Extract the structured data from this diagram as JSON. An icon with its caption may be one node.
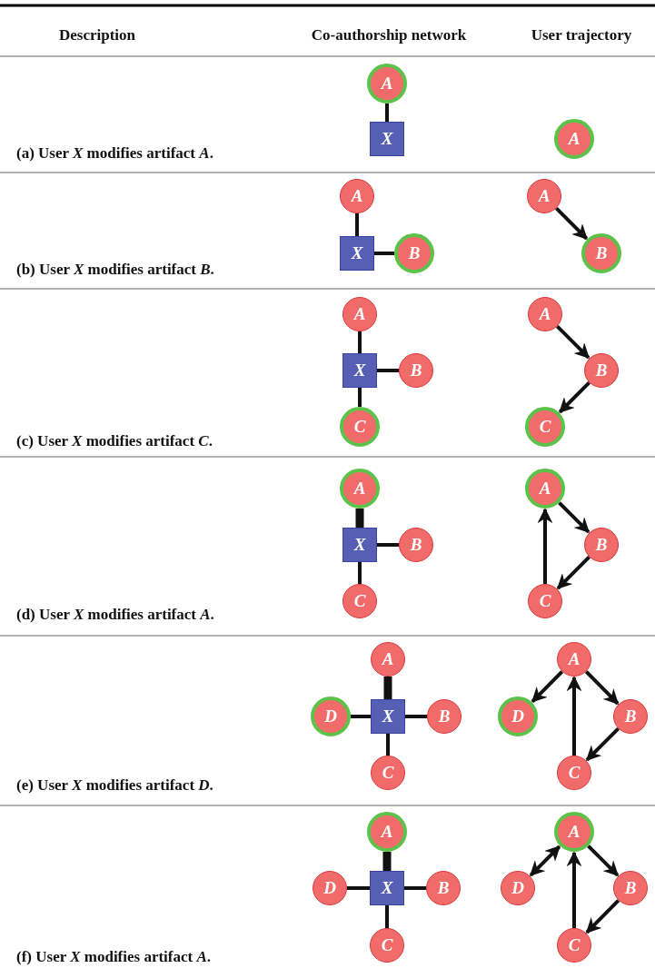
{
  "diagram": {
    "nodes": [
      {
        "text": [
          "A"
        ]
      },
      {
        "text": [
          "X"
        ]
      },
      {
        "text": [
          "A"
        ]
      },
      {
        "text": [
          "A"
        ]
      },
      {
        "text": [
          "X"
        ]
      },
      {
        "text": [
          "B"
        ]
      },
      {
        "text": [
          "A"
        ]
      },
      {
        "text": [
          "B"
        ]
      },
      {
        "text": [
          "A"
        ]
      },
      {
        "text": [
          "X"
        ]
      },
      {
        "text": [
          "B"
        ]
      },
      {
        "text": [
          "C"
        ]
      },
      {
        "text": [
          "A"
        ]
      },
      {
        "text": [
          "B"
        ]
      },
      {
        "text": [
          "C"
        ]
      },
      {
        "text": [
          "A"
        ]
      },
      {
        "text": [
          "X"
        ]
      },
      {
        "text": [
          "B"
        ]
      },
      {
        "text": [
          "C"
        ]
      },
      {
        "text": [
          "A"
        ]
      },
      {
        "text": [
          "B"
        ]
      },
      {
        "text": [
          "C"
        ]
      },
      {
        "text": [
          "A"
        ]
      },
      {
        "text": [
          "D"
        ]
      },
      {
        "text": [
          "X"
        ]
      },
      {
        "text": [
          "B"
        ]
      },
      {
        "text": [
          "C"
        ]
      },
      {
        "text": [
          "A"
        ]
      },
      {
        "text": [
          "D"
        ]
      },
      {
        "text": [
          "B"
        ]
      },
      {
        "text": [
          "C"
        ]
      },
      {
        "text": [
          "A"
        ]
      },
      {
        "text": [
          "D"
        ]
      },
      {
        "text": [
          "X"
        ]
      },
      {
        "text": [
          "B"
        ]
      },
      {
        "text": [
          "C"
        ]
      },
      {
        "text": [
          "A"
        ]
      },
      {
        "text": [
          "D"
        ]
      },
      {
        "text": [
          "B"
        ]
      },
      {
        "text": [
          "C"
        ]
      }
    ],
    "edges": [
      {
        "from": 1,
        "to": 0,
        "arrow": "none"
      },
      {
        "from": 4,
        "to": 3,
        "arrow": "none"
      },
      {
        "from": 4,
        "to": 5,
        "arrow": "none"
      },
      {
        "from": 6,
        "to": 7,
        "arrow": "to"
      },
      {
        "from": 9,
        "to": 8,
        "arrow": "none"
      },
      {
        "from": 9,
        "to": 10,
        "arrow": "none"
      },
      {
        "from": 9,
        "to": 11,
        "arrow": "none"
      },
      {
        "from": 12,
        "to": 13,
        "arrow": "to"
      },
      {
        "from": 13,
        "to": 14,
        "arrow": "to"
      },
      {
        "from": 16,
        "to": 15,
        "arrow": "none",
        "style": "thick"
      },
      {
        "from": 16,
        "to": 17,
        "arrow": "none"
      },
      {
        "from": 16,
        "to": 18,
        "arrow": "none"
      },
      {
        "from": 19,
        "to": 20,
        "arrow": "to"
      },
      {
        "from": 20,
        "to": 21,
        "arrow": "to"
      },
      {
        "from": 21,
        "to": 19,
        "arrow": "to"
      },
      {
        "from": 24,
        "to": 22,
        "arrow": "none",
        "style": "thick"
      },
      {
        "from": 24,
        "to": 23,
        "arrow": "none"
      },
      {
        "from": 24,
        "to": 25,
        "arrow": "none"
      },
      {
        "from": 24,
        "to": 26,
        "arrow": "none"
      },
      {
        "from": 27,
        "to": 28,
        "arrow": "to"
      },
      {
        "from": 27,
        "to": 29,
        "arrow": "to"
      },
      {
        "from": 29,
        "to": 30,
        "arrow": "to"
      },
      {
        "from": 30,
        "to": 27,
        "arrow": "to"
      },
      {
        "from": 33,
        "to": 31,
        "arrow": "none",
        "style": "thick"
      },
      {
        "from": 33,
        "to": 32,
        "arrow": "none"
      },
      {
        "from": 33,
        "to": 34,
        "arrow": "none"
      },
      {
        "from": 33,
        "to": 35,
        "arrow": "none"
      },
      {
        "from": 37,
        "to": 36,
        "arrow": "both"
      },
      {
        "from": 36,
        "to": 38,
        "arrow": "to"
      },
      {
        "from": 38,
        "to": 39,
        "arrow": "to"
      },
      {
        "from": 39,
        "to": 36,
        "arrow": "to"
      }
    ],
    "labels": [
      "Description",
      "Co-authorship network",
      "User trajectory",
      "(a) User *X* modifies artifact *A*.",
      "(b) User *X* modifies artifact *B*.",
      "(c) User *X* modifies artifact *C*.",
      "(d) User *X* modifies artifact *A*.",
      "(e) User *X* modifies artifact *D*.",
      "(f) User *X* modifies artifact *A*."
    ]
  }
}
